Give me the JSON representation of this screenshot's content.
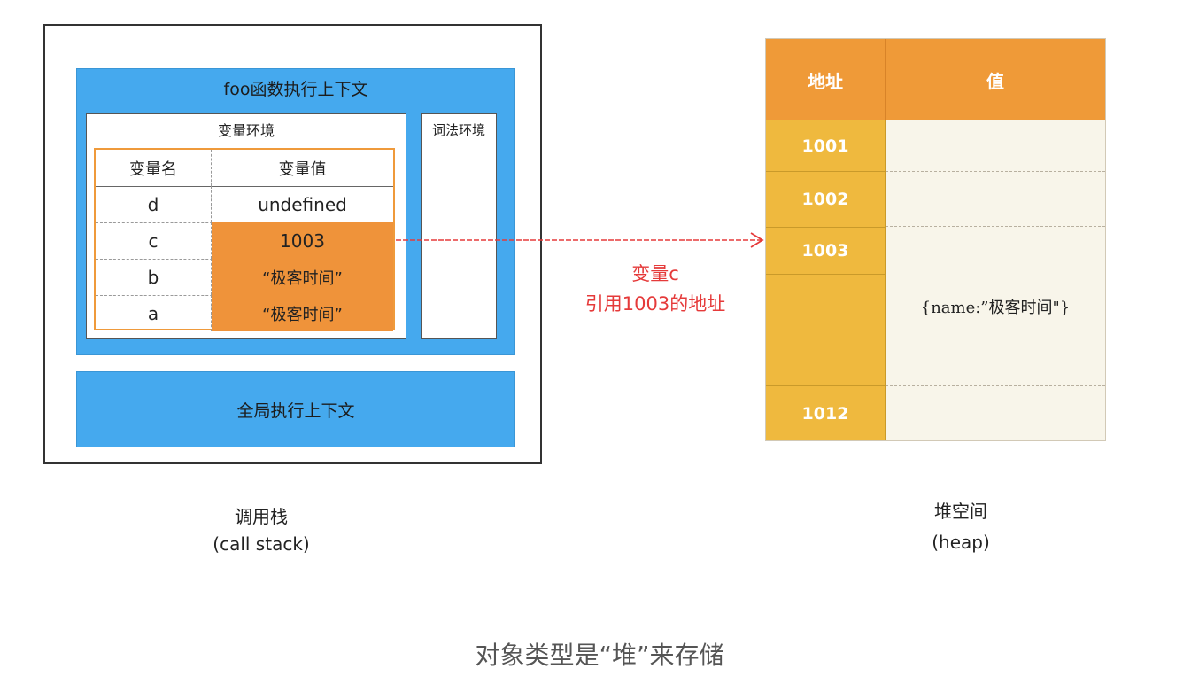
{
  "call_stack": {
    "foo_context_title": "foo函数执行上下文",
    "variable_env_title": "变量环境",
    "lexical_env_title": "词法环境",
    "header": {
      "name": "变量名",
      "value": "变量值"
    },
    "rows": [
      {
        "name": "d",
        "value": "undefined",
        "highlight": false
      },
      {
        "name": "c",
        "value": "1003",
        "highlight": true
      },
      {
        "name": "b",
        "value": "“极客时间”",
        "highlight": true
      },
      {
        "name": "a",
        "value": "“极客时间”",
        "highlight": true
      }
    ],
    "global_context_title": "全局执行上下文",
    "caption": "调用栈",
    "caption_en": "(call stack)"
  },
  "arrow": {
    "label_line1": "变量c",
    "label_line2": "引用1003的地址",
    "color": "#e53a3a"
  },
  "heap": {
    "header": {
      "address": "地址",
      "value": "值"
    },
    "addresses": [
      "1001",
      "1002",
      "1003",
      "",
      "",
      "1012"
    ],
    "object_value": "{name:”极客时间\"}",
    "caption": "堆空间",
    "caption_en": "(heap)"
  },
  "colors": {
    "context_blue": "#45a9ee",
    "highlight_orange": "#ef933a",
    "heap_header": "#ef9a38",
    "heap_address": "#efb93e",
    "heap_value_bg": "#f8f5ea"
  },
  "footer": "对象类型是“堆”来存储"
}
